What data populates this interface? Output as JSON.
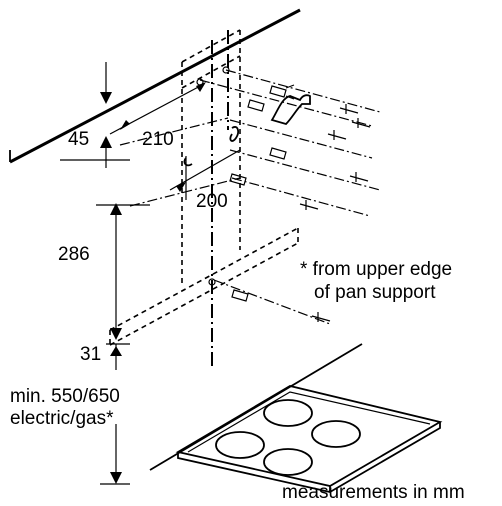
{
  "dimensions": {
    "d45": "45",
    "d210": "210",
    "d200": "200",
    "d286": "286",
    "d31": "31",
    "min_line1": "min. 550/650",
    "min_line2": "electric/gas*"
  },
  "notes": {
    "pan_line1": "* from upper edge",
    "pan_line2": "of pan support",
    "units": "measurements in mm"
  }
}
